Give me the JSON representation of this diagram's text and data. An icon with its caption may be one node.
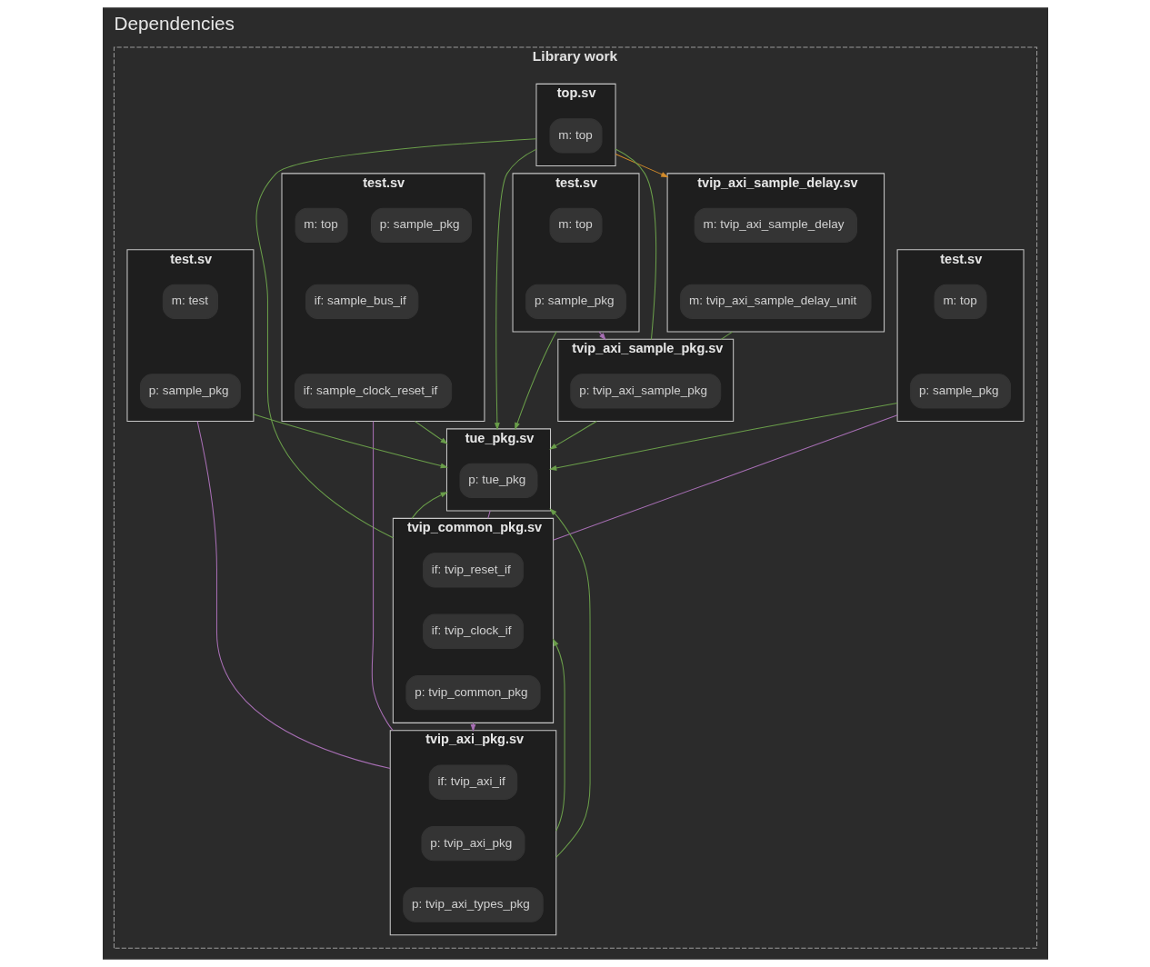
{
  "diagram": {
    "title": "Dependencies",
    "nodes": [
      {
        "text": [
          "Library work"
        ]
      },
      {
        "text": [
          "top.sv"
        ],
        "in": 0
      },
      {
        "text": [
          "m: top"
        ],
        "in": 1
      },
      {
        "text": [
          "tvip_axi_sample_delay.sv"
        ],
        "in": 0
      },
      {
        "text": [
          "m: tvip_axi_sample_delay"
        ],
        "in": 3
      },
      {
        "text": [
          "m: tvip_axi_sample_delay_unit"
        ],
        "in": 3
      },
      {
        "text": [
          "tvip_common_pkg.sv"
        ],
        "in": 0
      },
      {
        "text": [
          "if: tvip_reset_if"
        ],
        "in": 6
      },
      {
        "text": [
          "if: tvip_clock_if"
        ],
        "in": 6
      },
      {
        "text": [
          "p: tvip_common_pkg"
        ],
        "in": 6
      },
      {
        "text": [
          "test.sv"
        ],
        "in": 0
      },
      {
        "text": [
          "m: top"
        ],
        "in": 10
      },
      {
        "text": [
          "p: sample_pkg"
        ],
        "in": 10
      },
      {
        "text": [
          "test.sv"
        ],
        "in": 0
      },
      {
        "text": [
          "m: top"
        ],
        "in": 13
      },
      {
        "text": [
          "p: sample_pkg"
        ],
        "in": 13
      },
      {
        "text": [
          "if: sample_bus_if"
        ],
        "in": 13
      },
      {
        "text": [
          "if: sample_clock_reset_if"
        ],
        "in": 13
      },
      {
        "text": [
          "test.sv"
        ],
        "in": 0
      },
      {
        "text": [
          "m: test"
        ],
        "in": 18
      },
      {
        "text": [
          "p: sample_pkg"
        ],
        "in": 18
      },
      {
        "text": [
          "test.sv"
        ],
        "in": 0
      },
      {
        "text": [
          "m: top"
        ],
        "in": 21
      },
      {
        "text": [
          "p: sample_pkg"
        ],
        "in": 21
      },
      {
        "text": [
          "tvip_axi_pkg.sv"
        ],
        "in": 0
      },
      {
        "text": [
          "if: tvip_axi_if"
        ],
        "in": 24
      },
      {
        "text": [
          "p: tvip_axi_pkg"
        ],
        "in": 24
      },
      {
        "text": [
          "p: tvip_axi_types_pkg"
        ],
        "in": 24
      },
      {
        "text": [
          "tue_pkg.sv"
        ],
        "in": 0
      },
      {
        "text": [
          "p: tue_pkg"
        ],
        "in": 28
      },
      {
        "text": [
          "tvip_axi_sample_pkg.sv"
        ],
        "in": 0
      },
      {
        "text": [
          "p: tvip_axi_sample_pkg"
        ],
        "in": 30
      }
    ],
    "edges": [
      {
        "from": 1,
        "to": 3,
        "arrow": "to",
        "color": "#d38b2a"
      },
      {
        "from": 1,
        "to": 30,
        "arrow": "none"
      },
      {
        "from": 3,
        "to": 30,
        "arrow": "none"
      },
      {
        "from": 1,
        "to": 6,
        "arrow": "none"
      },
      {
        "from": 6,
        "to": 24,
        "arrow": "to",
        "color": "#a86fb5"
      },
      {
        "from": 24,
        "to": 6,
        "arrow": "to"
      },
      {
        "from": 1,
        "to": 28,
        "arrow": "to"
      },
      {
        "from": 6,
        "to": 28,
        "arrow": "to"
      },
      {
        "from": 10,
        "to": 28,
        "arrow": "to"
      },
      {
        "from": 13,
        "to": 28,
        "arrow": "to"
      },
      {
        "from": 18,
        "to": 28,
        "arrow": "to"
      },
      {
        "from": 21,
        "to": 28,
        "arrow": "to"
      },
      {
        "from": 24,
        "to": 28,
        "arrow": "to"
      },
      {
        "from": 30,
        "to": 28,
        "arrow": "to"
      },
      {
        "from": 21,
        "to": 30,
        "arrow": "to",
        "color": "#a86fb5"
      },
      {
        "from": 13,
        "to": 24,
        "arrow": "none",
        "color": "#a86fb5"
      },
      {
        "from": 18,
        "to": 24,
        "arrow": "none",
        "color": "#a86fb5"
      },
      {
        "from": 10,
        "to": 6,
        "arrow": "none",
        "color": "#a86fb5"
      },
      {
        "from": 28,
        "to": 6,
        "arrow": "none",
        "color": "#a86fb5"
      }
    ]
  }
}
